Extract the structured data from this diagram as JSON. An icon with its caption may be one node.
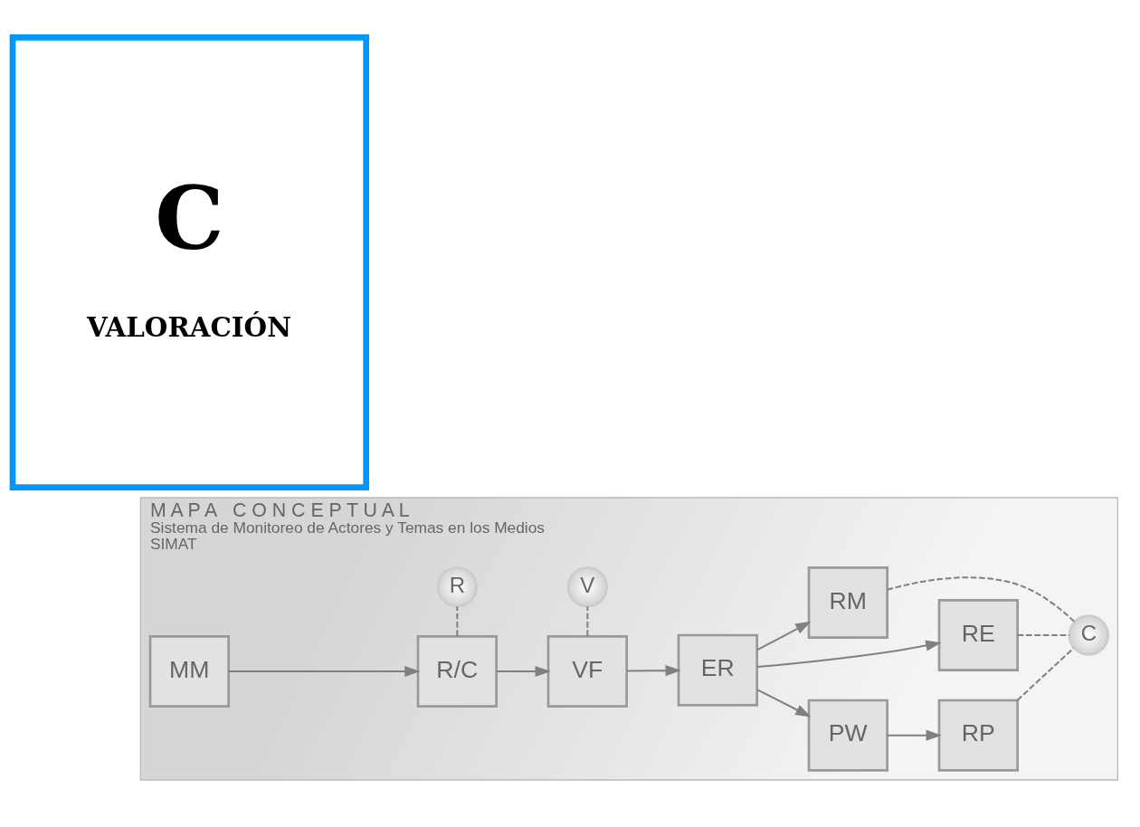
{
  "diagram": {
    "nodes": [
      {
        "text": [
          "M A P A   C O N C E P T U A L",
          "Sistema de Monitoreo de Actores y Temas en los Medios",
          "SIMAT"
        ]
      },
      {
        "text": [
          "MM"
        ],
        "in": 0
      },
      {
        "text": [
          "R/C"
        ],
        "in": 0
      },
      {
        "text": [
          "VF"
        ],
        "in": 0
      },
      {
        "text": [
          "ER"
        ],
        "in": 0
      },
      {
        "text": [
          "PW"
        ],
        "in": 0
      },
      {
        "text": [
          "RP"
        ],
        "in": 0
      },
      {
        "text": [
          "RE"
        ],
        "in": 0
      },
      {
        "text": [
          "RM"
        ],
        "in": 0
      },
      {
        "text": [
          "C"
        ],
        "in": 0
      },
      {
        "text": [
          "R"
        ],
        "in": 0
      },
      {
        "text": [
          "V"
        ],
        "in": 0
      },
      {
        "text": [
          "C",
          "VALORACIÓN"
        ]
      }
    ],
    "edges": [
      {
        "from": 1,
        "to": 2,
        "arrow": "to"
      },
      {
        "from": 2,
        "to": 3,
        "arrow": "to"
      },
      {
        "from": 3,
        "to": 4,
        "arrow": "to"
      },
      {
        "from": 4,
        "to": 5,
        "arrow": "to"
      },
      {
        "from": 5,
        "to": 6,
        "arrow": "to"
      },
      {
        "from": 4,
        "to": 7,
        "arrow": "to"
      },
      {
        "from": 4,
        "to": 8,
        "arrow": "to"
      },
      {
        "from": 6,
        "to": 9,
        "arrow": "none",
        "style": "dashed"
      },
      {
        "from": 7,
        "to": 9,
        "arrow": "none",
        "style": "dashed"
      },
      {
        "from": 8,
        "to": 9,
        "arrow": "none",
        "style": "dashed"
      },
      {
        "from": 2,
        "to": 10,
        "arrow": "none",
        "style": "dashed"
      },
      {
        "from": 3,
        "to": 11,
        "arrow": "none",
        "style": "dashed"
      }
    ]
  }
}
